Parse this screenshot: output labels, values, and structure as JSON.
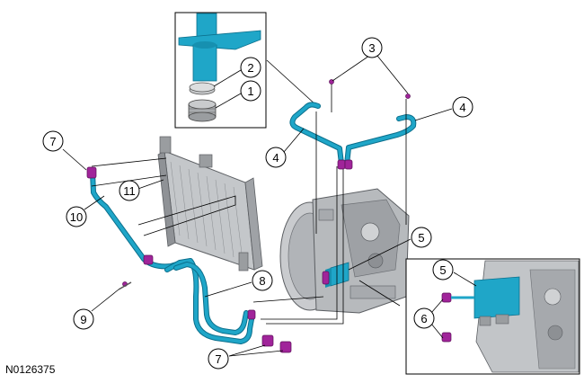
{
  "figure_id": "N0126375",
  "callouts": [
    {
      "id": "c1",
      "label": "1"
    },
    {
      "id": "c2",
      "label": "2"
    },
    {
      "id": "c3",
      "label": "3"
    },
    {
      "id": "c4a",
      "label": "4"
    },
    {
      "id": "c4b",
      "label": "4"
    },
    {
      "id": "c5a",
      "label": "5"
    },
    {
      "id": "c5b",
      "label": "5"
    },
    {
      "id": "c6",
      "label": "6"
    },
    {
      "id": "c7a",
      "label": "7"
    },
    {
      "id": "c7b",
      "label": "7"
    },
    {
      "id": "c8",
      "label": "8"
    },
    {
      "id": "c9",
      "label": "9"
    },
    {
      "id": "c10",
      "label": "10"
    },
    {
      "id": "c11",
      "label": "11"
    }
  ],
  "colors": {
    "tube": "#1fa6c8",
    "tube_dark": "#0b6f8c",
    "fitting": "#a0249a",
    "part_gray": "#b9bcc0",
    "part_dark": "#6d7075",
    "line": "#000000"
  }
}
